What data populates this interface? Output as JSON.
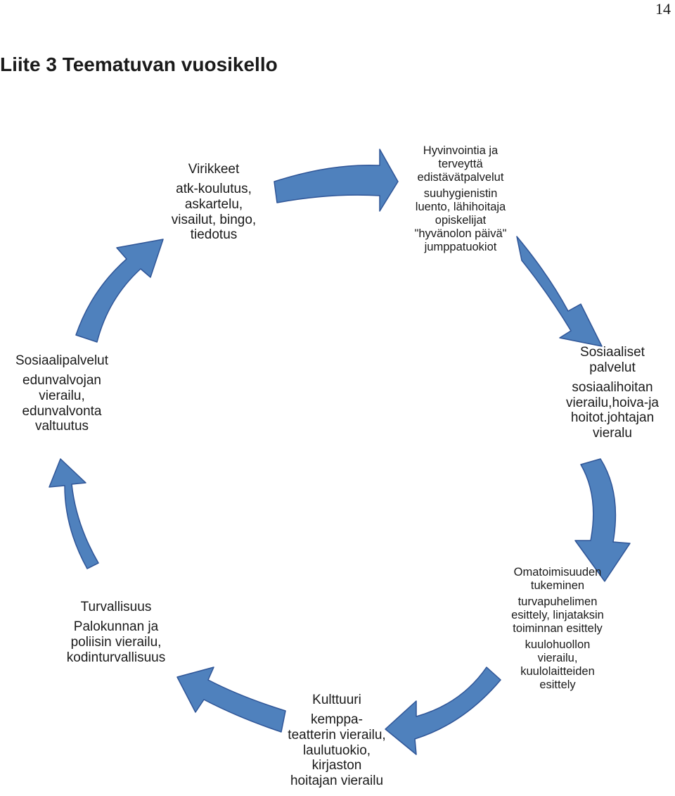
{
  "page_number": "14",
  "title": "Liite 3 Teematuvan vuosikello",
  "colors": {
    "arrow_fill": "#4f81bd",
    "arrow_stroke": "#2f5597"
  },
  "nodes": {
    "virikkeet": {
      "heading": "Virikkeet",
      "body": "atk-koulutus,\naskartelu,\nvisailut, bingo,\ntiedotus"
    },
    "hyvinvointi": {
      "heading": "Hyvinvointia ja\nterveyttä\nedistävätpalvelut",
      "body": "suuhygienistin\nluento, lähihoitaja\nopiskelijat\n\"hyvänolon päivä\"\njumppatuokiot"
    },
    "sosiaaliset": {
      "heading": "Sosiaaliset\npalvelut",
      "body": "sosiaalihoitan\nvierailu,hoiva-ja\nhoitot.johtajan\nvieralu"
    },
    "omatoimisuus": {
      "heading": "Omatoimisuuden\ntukeminen",
      "body": "turvapuhelimen\nesittely, linjataksin\ntoiminnan esittely",
      "body2": "kuulohuollon\nvierailu,\nkuulolaitteiden\nesittely"
    },
    "kulttuuri": {
      "heading": "Kulttuuri",
      "body": "kemppa-\nteatterin vierailu,\nlaulutuokio,\nkirjaston\nhoitajan vierailu"
    },
    "turvallisuus": {
      "heading": "Turvallisuus",
      "body": "Palokunnan ja\npoliisin vierailu,\nkodinturvallisuus"
    },
    "sosiaalipalvelut": {
      "heading": "Sosiaalipalvelut",
      "body": "edunvalvojan\nvierailu,\nedunvalvonta\nvaltuutus"
    }
  }
}
